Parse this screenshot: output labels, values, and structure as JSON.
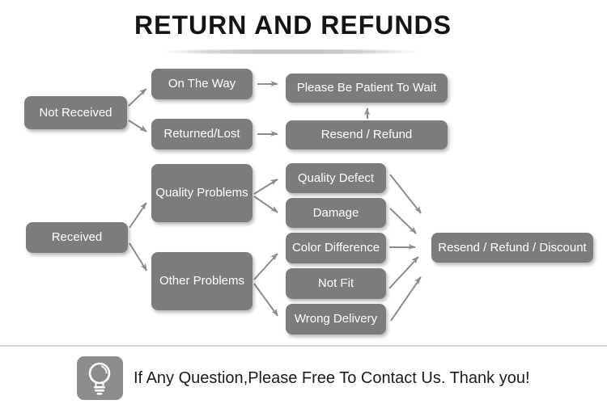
{
  "title": "RETURN AND REFUNDS",
  "flow": {
    "not_received": "Not Received",
    "on_the_way": "On The Way",
    "returned_lost": "Returned/Lost",
    "please_wait": "Please Be Patient To Wait",
    "resend_refund": "Resend / Refund",
    "received": "Received",
    "quality_problems": "Quality Problems",
    "other_problems": "Other Problems",
    "quality_defect": "Quality Defect",
    "damage": "Damage",
    "color_difference": "Color Difference",
    "not_fit": "Not Fit",
    "wrong_delivery": "Wrong Delivery",
    "resend_refund_discount": "Resend / Refund / Discount"
  },
  "edges": [
    {
      "from": "Not Received",
      "to": "On The Way"
    },
    {
      "from": "Not Received",
      "to": "Returned/Lost"
    },
    {
      "from": "On The Way",
      "to": "Please Be Patient To Wait"
    },
    {
      "from": "Returned/Lost",
      "to": "Resend / Refund"
    },
    {
      "from": "Resend / Refund",
      "to": "Please Be Patient To Wait"
    },
    {
      "from": "Received",
      "to": "Quality Problems"
    },
    {
      "from": "Received",
      "to": "Other Problems"
    },
    {
      "from": "Quality Problems",
      "to": "Quality Defect"
    },
    {
      "from": "Quality Problems",
      "to": "Damage"
    },
    {
      "from": "Other Problems",
      "to": "Color Difference"
    },
    {
      "from": "Other Problems",
      "to": "Wrong Delivery"
    },
    {
      "from": "Quality Defect",
      "to": "Resend / Refund / Discount"
    },
    {
      "from": "Damage",
      "to": "Resend / Refund / Discount"
    },
    {
      "from": "Color Difference",
      "to": "Resend / Refund / Discount"
    },
    {
      "from": "Not Fit",
      "to": "Resend / Refund / Discount"
    },
    {
      "from": "Wrong Delivery",
      "to": "Resend / Refund / Discount"
    }
  ],
  "footer": {
    "message": "If Any Question,Please Free To Contact Us. Thank you!",
    "icon": "light-bulb-icon"
  },
  "colors": {
    "box_fill": "#7c7c7c",
    "box_text": "#ffffff",
    "arrow": "#8c8c8c",
    "divider": "#d8d8d8",
    "icon_background": "#8c8c8c",
    "title_text": "#141414"
  }
}
